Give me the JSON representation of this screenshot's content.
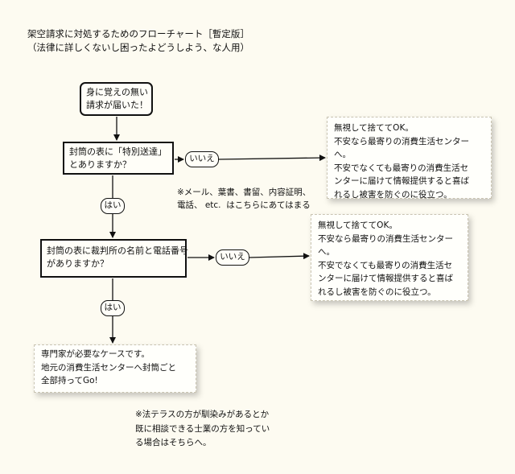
{
  "title": "架空請求に対処するためのフローチャート［暫定版］\n（法律に詳しくないし困ったよどうしよう、な人用）",
  "nodes": {
    "start": "身に覚えの無い\n請求が届いた！",
    "q1": "封筒の表に「特別送達」\nとありますか？",
    "q2": "封筒の表に裁判所の名前と電話番号\nがありますか？",
    "result": "専門家が必要なケースです。\n地元の消費生活センターへ封筒ごと\n全部持ってGo!"
  },
  "labels": {
    "no1": "いいえ",
    "yes1": "はい",
    "no2": "いいえ",
    "yes2": "はい"
  },
  "answers": {
    "ans1": "無視して捨ててOK。\n不安なら最寄りの消費生活センター\nへ。\n不安でなくても最寄りの消費生活セ\nンターに届けて情報提供すると喜ば\nれるし被害を防ぐのに役立つ。",
    "ans2": "無視して捨ててOK。\n不安なら最寄りの消費生活センター\nへ。\n不安でなくても最寄りの消費生活セ\nンターに届けて情報提供すると喜ば\nれるし被害を防ぐのに役立つ。"
  },
  "notes": {
    "note1": "※メール、葉書、書留、内容証明、\n電話、 etc.  はこちらにあてはまる",
    "note2": "※法テラスの方が馴染みがあるとか\n既に相談できる士業の方を知ってい\nる場合はそちらへ。"
  }
}
